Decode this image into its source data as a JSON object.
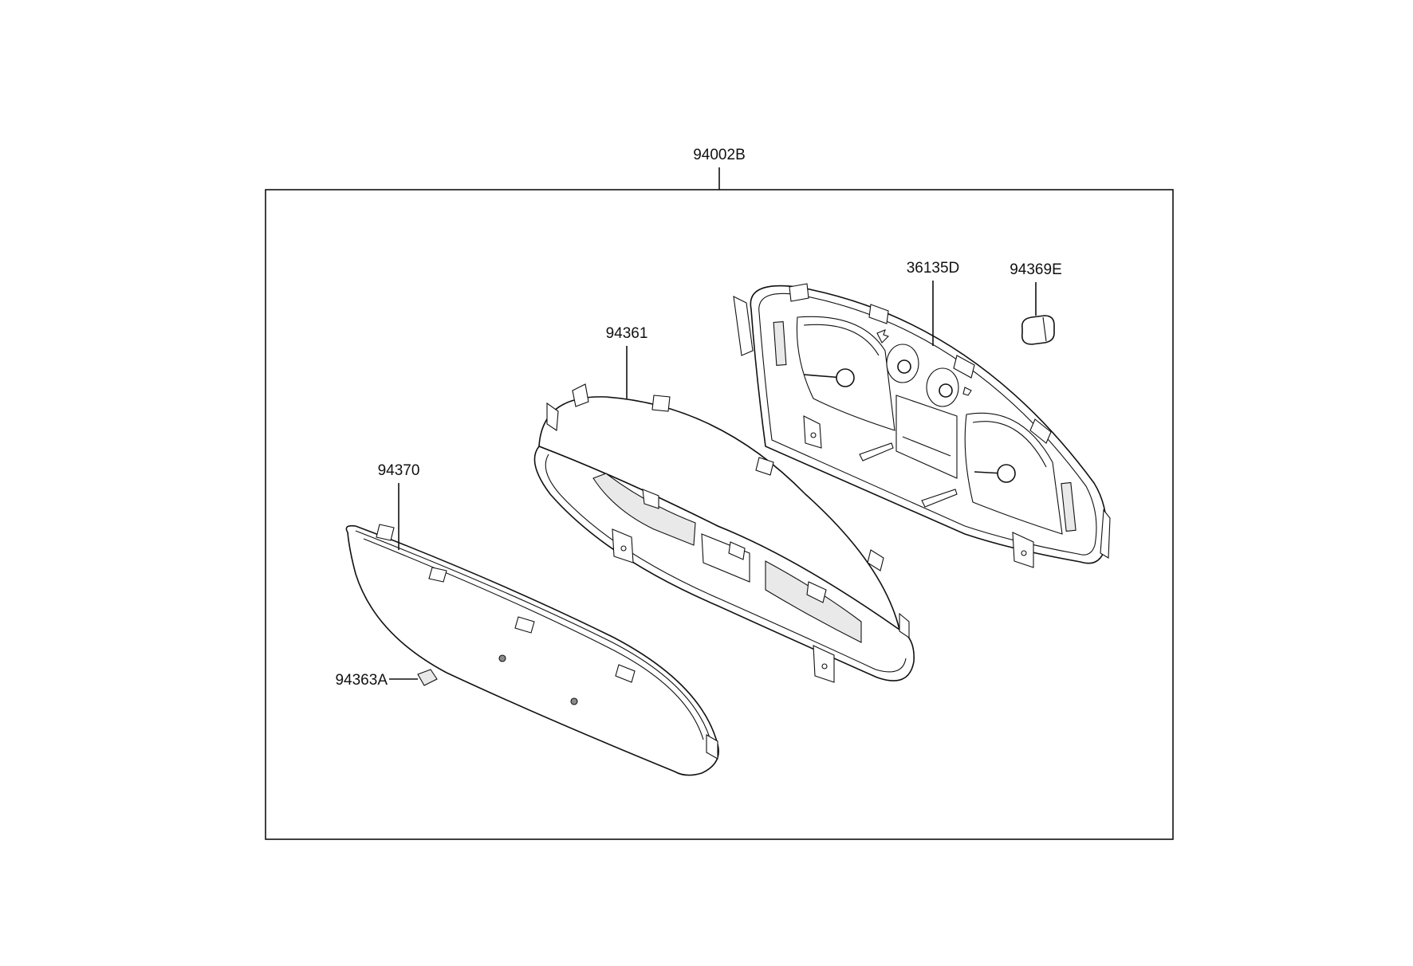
{
  "diagram": {
    "assembly": {
      "part_number": "94002B"
    },
    "parts": [
      {
        "id": "cluster-assembly",
        "part_number": "36135D"
      },
      {
        "id": "bulb",
        "part_number": "94369E"
      },
      {
        "id": "housing",
        "part_number": "94361"
      },
      {
        "id": "window-glass",
        "part_number": "94370"
      },
      {
        "id": "knob-cap",
        "part_number": "94363A"
      }
    ]
  }
}
